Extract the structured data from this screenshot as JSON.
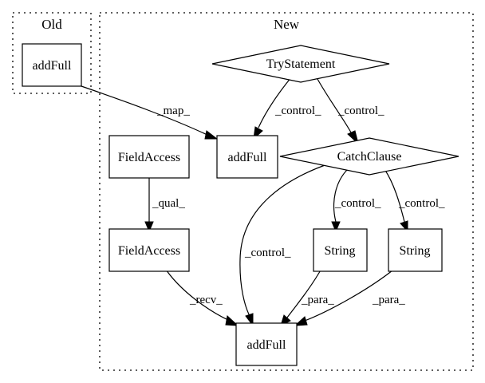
{
  "clusters": {
    "old": {
      "label": "Old"
    },
    "new": {
      "label": "New"
    }
  },
  "nodes": {
    "old_addfull": {
      "label": "addFull"
    },
    "try_statement": {
      "label": "TryStatement"
    },
    "new_addfull": {
      "label": "addFull"
    },
    "catch_clause": {
      "label": "CatchClause"
    },
    "field_access_1": {
      "label": "FieldAccess"
    },
    "field_access_2": {
      "label": "FieldAccess"
    },
    "string_1": {
      "label": "String"
    },
    "string_2": {
      "label": "String"
    },
    "bottom_addfull": {
      "label": "addFull"
    }
  },
  "edges": {
    "map": {
      "label": "_map_"
    },
    "try_to_addfull": {
      "label": "_control_"
    },
    "try_to_catch": {
      "label": "_control_"
    },
    "qual": {
      "label": "_qual_"
    },
    "catch_to_string1": {
      "label": "_control_"
    },
    "catch_to_string2": {
      "label": "_control_"
    },
    "catch_to_addfull": {
      "label": "_control_"
    },
    "recv": {
      "label": "_recv_"
    },
    "para_1": {
      "label": "_para_"
    },
    "para_2": {
      "label": "_para_"
    }
  }
}
